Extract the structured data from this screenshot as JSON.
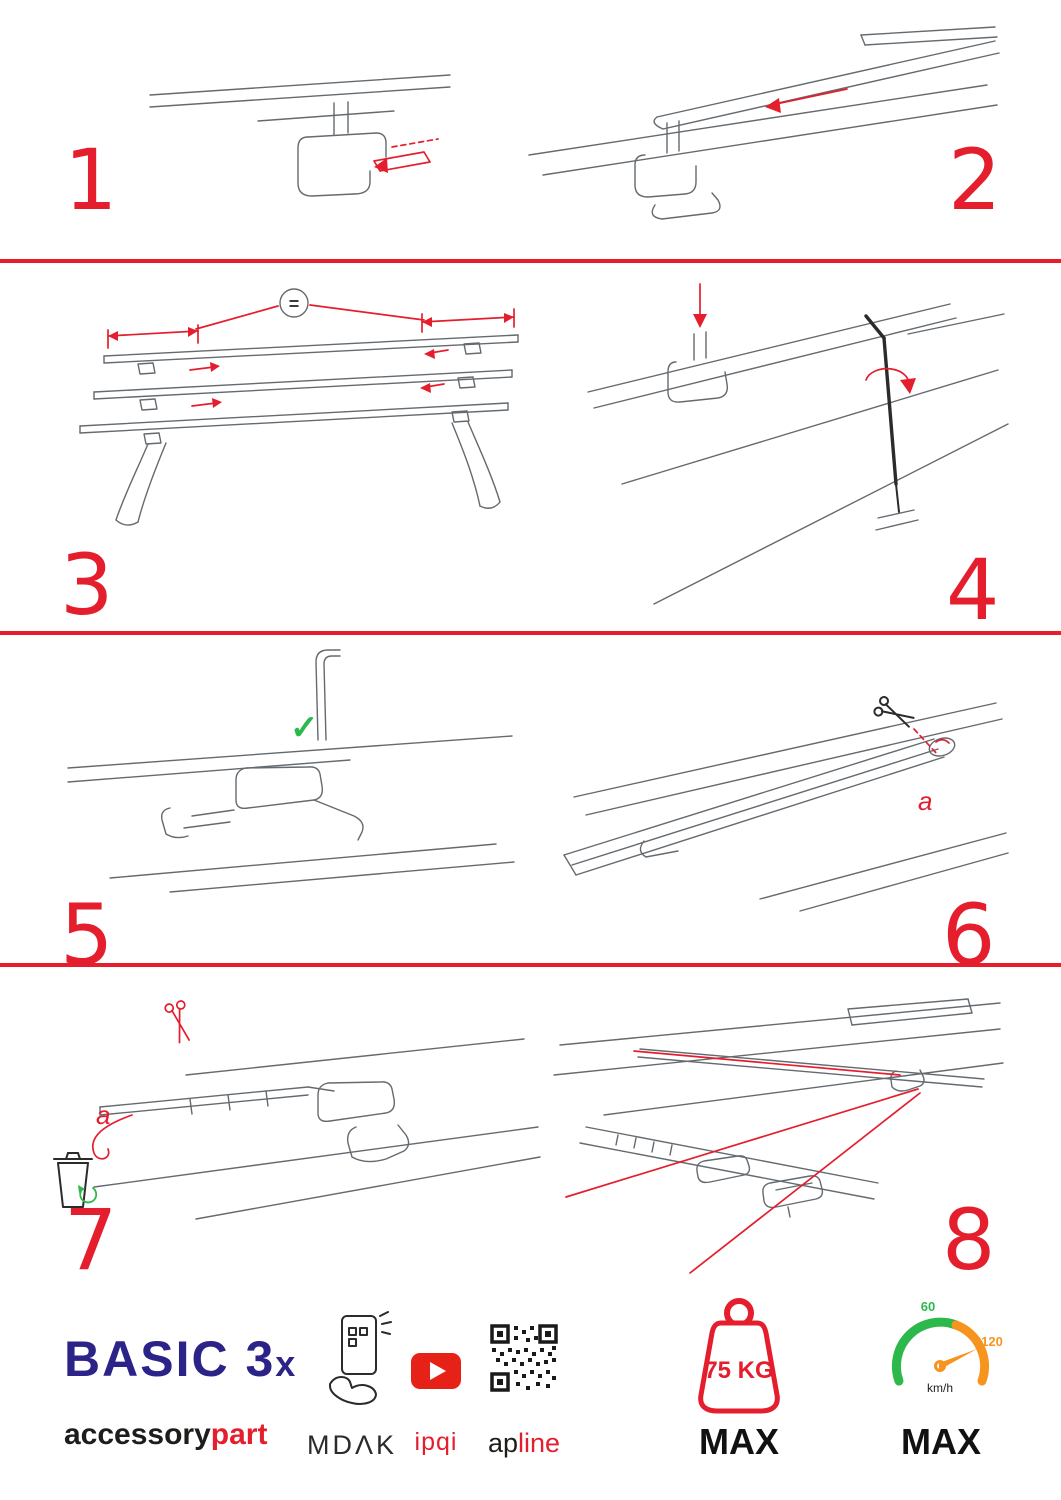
{
  "colors": {
    "accent_red": "#e41e2d",
    "brand_blue": "#2b2387",
    "line_gray": "#646a6f",
    "green": "#2db84b",
    "orange": "#f7941d",
    "text_dark": "#1d1d1b"
  },
  "steps": [
    {
      "number": "1"
    },
    {
      "number": "2"
    },
    {
      "number": "3"
    },
    {
      "number": "4"
    },
    {
      "number": "5"
    },
    {
      "number": "6"
    },
    {
      "number": "7"
    },
    {
      "number": "8"
    }
  ],
  "annotations": {
    "equal_spacing": "=",
    "check": "✓",
    "cut_label": "a"
  },
  "icons": {
    "scissors": "scissors-icon",
    "trash": "trash-icon",
    "recycle": "recycle-icon",
    "allen_key": "allen-key-icon",
    "youtube": "youtube-play-icon",
    "qr_code": "qr-code-icon",
    "phone_scan": "phone-scan-icon",
    "weight": "weight-limit-icon",
    "speedometer": "speedometer-icon"
  },
  "footer": {
    "product_main": "BASIC 3",
    "product_suffix": "x",
    "brand_part1": "accessory",
    "brand_part2": "part",
    "mdak": "MDΛK",
    "ipqi": "ipqi",
    "apline_part1": "ap",
    "apline_part2": "line",
    "weight": {
      "value": "75 KG",
      "max": "MAX"
    },
    "speed": {
      "low": "60",
      "high": "120",
      "unit": "km/h",
      "max": "MAX"
    }
  }
}
